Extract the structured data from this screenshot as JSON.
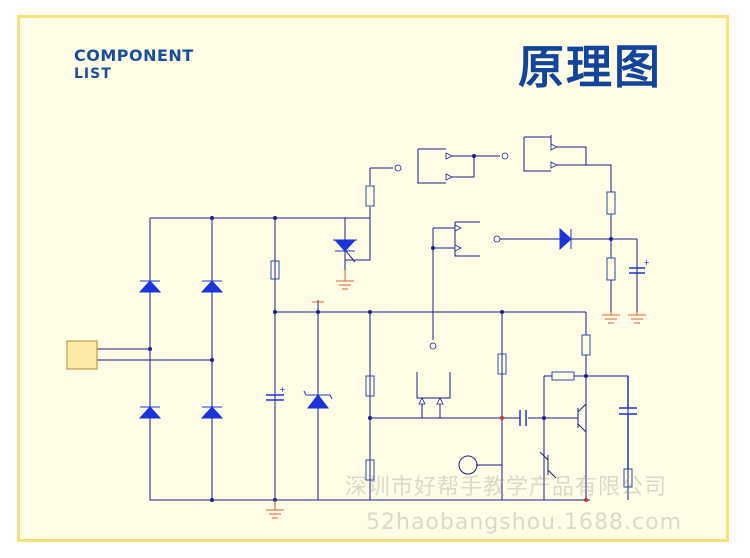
{
  "header": {
    "component_list_line1": "COMPONENT",
    "component_list_line2": "LIST",
    "main_title": "原理图"
  },
  "watermark": {
    "company": "深圳市好帮手教学产品有限公司",
    "url": "52haobangshou.1688.com"
  },
  "colors": {
    "frame_border": "#f7e27a",
    "frame_fill": "#fffde6",
    "wire": "#1a1f8c",
    "component_fill": "#1b33d8",
    "resistor_outline": "#2a4aa0",
    "ground": "#d9622b",
    "title": "#12449b"
  }
}
